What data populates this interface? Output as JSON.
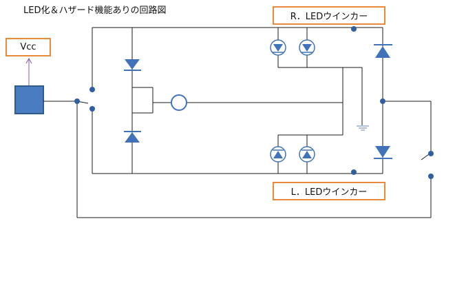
{
  "title": "LED化＆ハザード機能ありの回路図",
  "labels": {
    "vcc": "Vcc",
    "right_led": "R．LEDウインカー",
    "left_led": "L．LEDウインカー"
  },
  "colors": {
    "wire": "#1a1a1a",
    "wire_blue": "#6b86b8",
    "component_blue": "#3f72b8",
    "node_blue": "#2f5f9f",
    "label_border": "#e88a3a",
    "vcc_arrow": "#8a5aa8"
  },
  "icons": {
    "power_source": "blue-square",
    "diode": "diode-symbol",
    "led": "led-symbol",
    "relay": "circle",
    "ground": "ground-symbol",
    "switch": "switch-symbol"
  }
}
